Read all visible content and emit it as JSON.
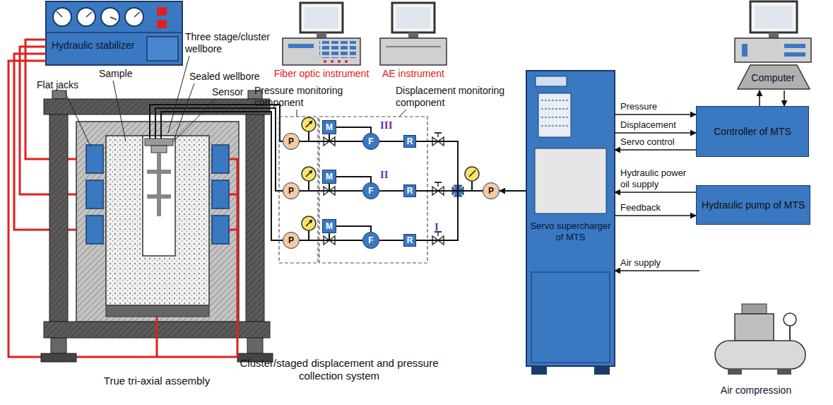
{
  "diagram": {
    "nodes": [
      {
        "text": [
          "Hydraulic stabilizer"
        ]
      },
      {
        "text": [
          "P"
        ]
      },
      {
        "text": [
          "M"
        ]
      },
      {
        "text": [
          "F"
        ]
      },
      {
        "text": [
          "R"
        ]
      },
      {
        "text": [
          "P"
        ]
      },
      {
        "text": [
          "M"
        ]
      },
      {
        "text": [
          "F"
        ]
      },
      {
        "text": [
          "R"
        ]
      },
      {
        "text": [
          "P"
        ]
      },
      {
        "text": [
          "M"
        ]
      },
      {
        "text": [
          "F"
        ]
      },
      {
        "text": [
          "R"
        ]
      },
      {
        "text": [
          "P"
        ]
      },
      {
        "text": [
          "Servo supercharger of MTS"
        ]
      },
      {
        "text": [
          "Computer"
        ]
      },
      {
        "text": [
          "Controller of MTS"
        ]
      },
      {
        "text": [
          "Hydraulic pump of MTS"
        ]
      },
      {
        "text": [
          "Air compression"
        ]
      }
    ],
    "edges": [
      {
        "from": 1,
        "to": 3,
        "arrow": "none"
      },
      {
        "from": 2,
        "to": 3,
        "arrow": "none"
      },
      {
        "from": 3,
        "to": 4,
        "arrow": "none"
      },
      {
        "from": 4,
        "to": 13,
        "arrow": "none"
      },
      {
        "from": 5,
        "to": 7,
        "arrow": "none"
      },
      {
        "from": 6,
        "to": 7,
        "arrow": "none"
      },
      {
        "from": 7,
        "to": 8,
        "arrow": "none"
      },
      {
        "from": 8,
        "to": 13,
        "arrow": "none"
      },
      {
        "from": 9,
        "to": 11,
        "arrow": "none"
      },
      {
        "from": 10,
        "to": 11,
        "arrow": "none"
      },
      {
        "from": 11,
        "to": 12,
        "arrow": "none"
      },
      {
        "from": 12,
        "to": 13,
        "arrow": "none"
      },
      {
        "from": 14,
        "to": 13,
        "arrow": "to"
      },
      {
        "from": 14,
        "to": 16,
        "label": "Pressure",
        "arrow": "to"
      },
      {
        "from": 14,
        "to": 16,
        "label": "Displacement",
        "arrow": "to"
      },
      {
        "from": 16,
        "to": 14,
        "label": "Servo control",
        "arrow": "to"
      },
      {
        "from": 17,
        "to": 14,
        "label": "Hydraulic power oil supply",
        "arrow": "to"
      },
      {
        "from": 14,
        "to": 17,
        "label": "Feedback",
        "arrow": "to"
      },
      {
        "from": 18,
        "to": 14,
        "label": "Air supply",
        "arrow": "to"
      },
      {
        "from": 16,
        "to": 15,
        "arrow": "to"
      },
      {
        "from": 15,
        "to": 16,
        "arrow": "to"
      }
    ],
    "labels": [
      "Three stage/cluster wellbore",
      "Sample",
      "Sealed wellbore",
      "Flat jacks",
      "Sensor",
      "Fiber optic instrument",
      "AE instrument",
      "Pressure monitoring component",
      "Displacement monitoring component",
      "III",
      "II",
      "I",
      "True tri-axial assembly",
      "Cluster/staged displacement and pressure collection system"
    ]
  }
}
